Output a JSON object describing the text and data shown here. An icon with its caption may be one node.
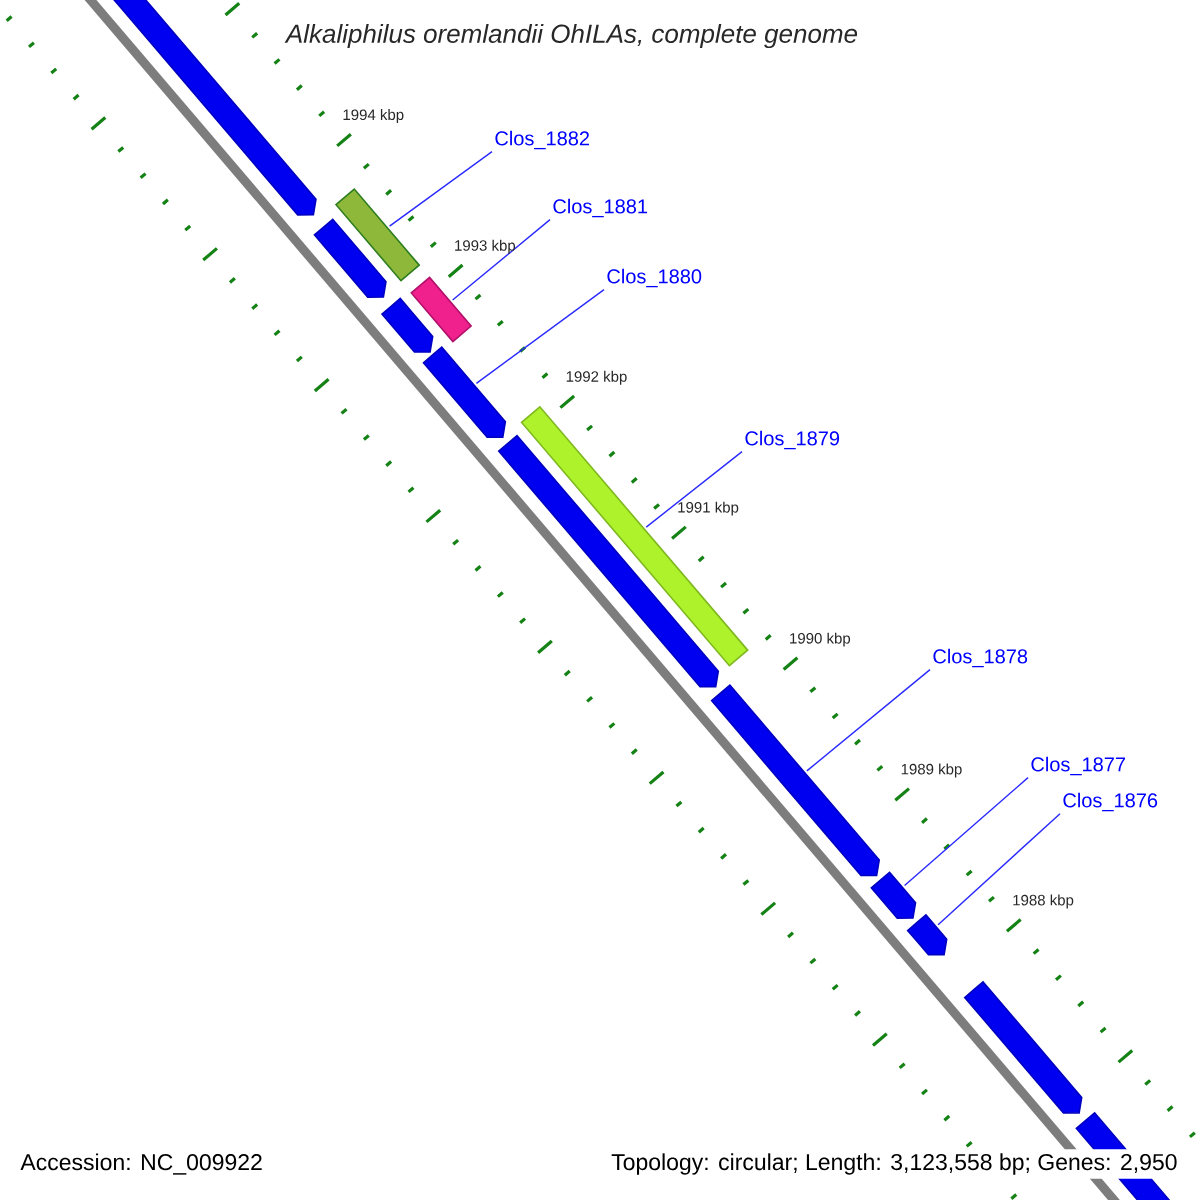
{
  "diagram": {
    "title": "Alkaliphilus oremlandii OhILAs, complete genome",
    "nodes": [
      {
        "text": [
          "Clos_1882"
        ]
      },
      {
        "text": [
          "Clos_1881"
        ]
      },
      {
        "text": [
          "Clos_1880"
        ]
      },
      {
        "text": [
          "Clos_1879"
        ]
      },
      {
        "text": [
          "Clos_1878"
        ]
      },
      {
        "text": [
          "Clos_1877"
        ]
      },
      {
        "text": [
          "Clos_1876"
        ]
      },
      {
        "text": [],
        "shape": "block"
      },
      {
        "text": [],
        "shape": "bar"
      },
      {
        "text": [],
        "shape": "block"
      },
      {
        "text": [],
        "shape": "block"
      },
      {
        "text": [],
        "shape": "bar"
      },
      {
        "text": [],
        "shape": "block"
      },
      {
        "text": [],
        "shape": "bar"
      },
      {
        "text": [],
        "shape": "block"
      },
      {
        "text": [],
        "shape": "block"
      },
      {
        "text": [],
        "shape": "block"
      },
      {
        "text": [],
        "shape": "block"
      },
      {
        "text": [],
        "shape": "block"
      },
      {
        "text": [],
        "shape": "block"
      }
    ],
    "edges": [
      {
        "from": 0,
        "to": 8,
        "arrow": "none"
      },
      {
        "from": 1,
        "to": 11,
        "arrow": "none"
      },
      {
        "from": 2,
        "to": 12,
        "arrow": "none"
      },
      {
        "from": 3,
        "to": 13,
        "arrow": "none"
      },
      {
        "from": 4,
        "to": 15,
        "arrow": "none"
      },
      {
        "from": 5,
        "to": 16,
        "arrow": "none"
      },
      {
        "from": 6,
        "to": 17,
        "arrow": "none"
      }
    ],
    "labels": [
      "1994 kbp",
      "1993 kbp",
      "1992 kbp",
      "1991 kbp",
      "1990 kbp",
      "1989 kbp",
      "1988 kbp",
      "Accession: NC_009922",
      "Topology: circular; Length: 3,123,558 bp; Genes: 2,950"
    ]
  }
}
